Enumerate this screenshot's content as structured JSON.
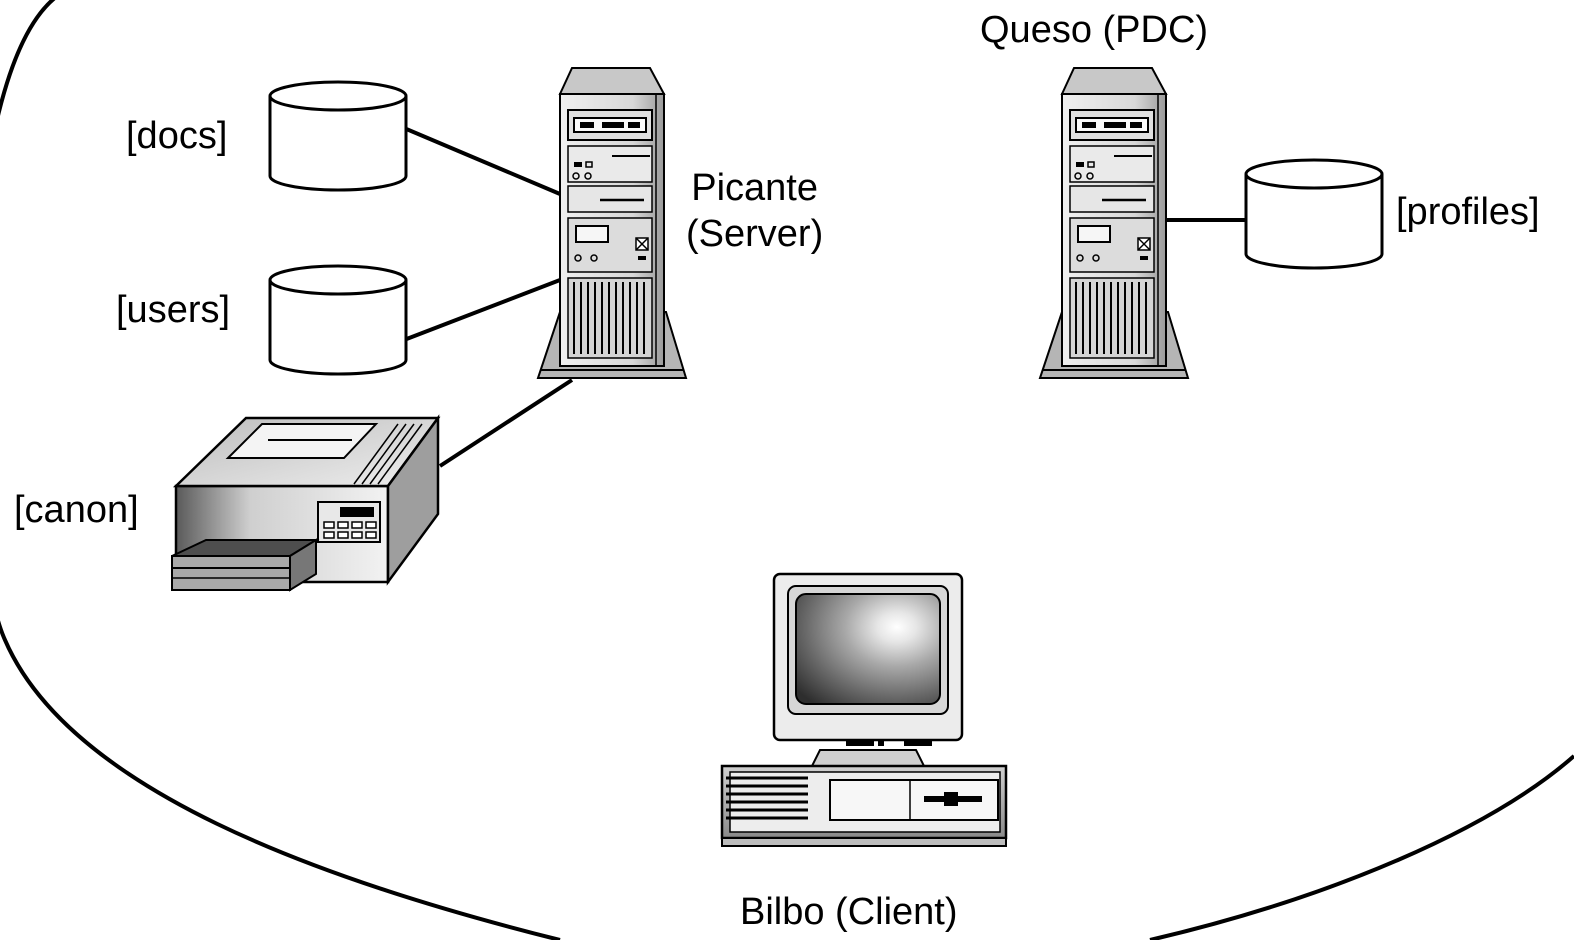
{
  "diagram": {
    "shares": {
      "docs": "[docs]",
      "users": "[users]",
      "profiles": "[profiles]"
    },
    "printer": {
      "label": "[canon]"
    },
    "server": {
      "name": "Picante",
      "role": "(Server)"
    },
    "pdc": {
      "label": "Queso (PDC)"
    },
    "client": {
      "label": "Bilbo (Client)"
    }
  },
  "icons": [
    "disk-share-icon",
    "printer-icon",
    "tower-server-icon",
    "desktop-computer-icon"
  ]
}
